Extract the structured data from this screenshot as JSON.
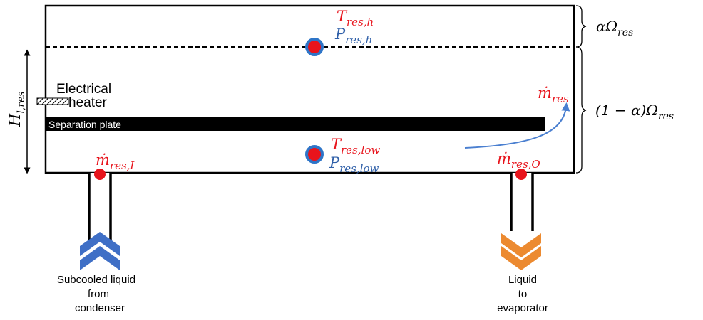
{
  "colors": {
    "red": "#e8141c",
    "blue": "#2f5fa8",
    "sensor_ring": "#2e75c8",
    "inlet_arrow": "#3f6fc6",
    "outlet_arrow": "#ec8a30",
    "flow_arrow": "#4a7fd0",
    "black": "#000000"
  },
  "labels": {
    "t_high_main": "T",
    "t_high_sub": "res,h",
    "p_high_main": "P",
    "p_high_sub": "res,h",
    "t_low_main": "T",
    "t_low_sub": "res,low",
    "p_low_main": "P",
    "p_low_sub": "res,low",
    "m_res_main": "ṁ",
    "m_res_sub": "res",
    "m_in_main": "ṁ",
    "m_in_sub": "res,I",
    "m_out_main": "ṁ",
    "m_out_sub": "res,O",
    "vapor_volume": "αΩ",
    "vapor_volume_sub": "res",
    "liquid_volume": "(1 − α)Ω",
    "liquid_volume_sub": "res",
    "liquid_height_main": "H",
    "liquid_height_sub": "l,res",
    "heater_line1": "Electrical",
    "heater_line2": "heater",
    "separation_plate": "Separation plate",
    "inlet_line1": "Subcooled liquid",
    "inlet_line2": "from",
    "inlet_line3": "condenser",
    "outlet_line1": "Liquid",
    "outlet_line2": "to",
    "outlet_line3": "evaporator"
  },
  "icons": {
    "inlet_arrow": "double-chevron-up-icon",
    "outlet_arrow": "double-chevron-down-icon",
    "heater": "hatched-heater-icon"
  }
}
